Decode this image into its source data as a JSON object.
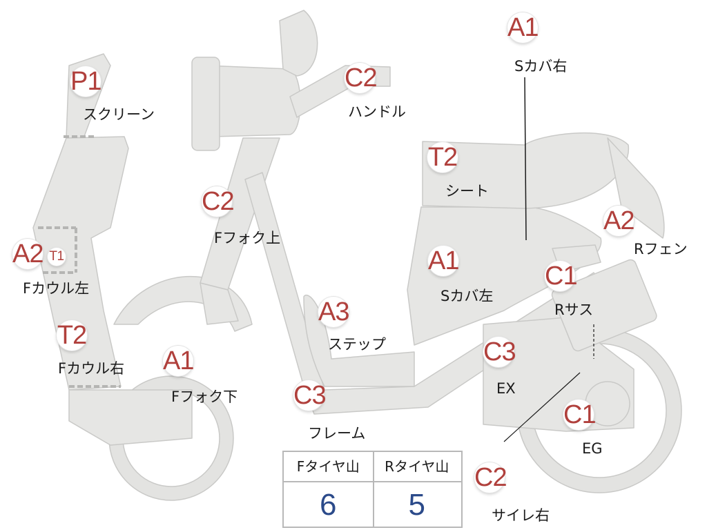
{
  "parts": [
    {
      "id": "screen",
      "grade": "P1",
      "label": "スクリーン"
    },
    {
      "id": "handle",
      "grade": "C2",
      "label": "ハンドル"
    },
    {
      "id": "side-cover-r",
      "grade": "A1",
      "label": "Sカバ右"
    },
    {
      "id": "seat",
      "grade": "T2",
      "label": "シート"
    },
    {
      "id": "front-fork-up",
      "grade": "C2",
      "label": "Fフォク上"
    },
    {
      "id": "front-cowl-l",
      "grade": "A2",
      "label": "Fカウル左",
      "sub_grade": "T1"
    },
    {
      "id": "rear-fender",
      "grade": "A2",
      "label": "Rフェン"
    },
    {
      "id": "side-cover-l",
      "grade": "A1",
      "label": "Sカバ左"
    },
    {
      "id": "rear-sus",
      "grade": "C1",
      "label": "Rサス"
    },
    {
      "id": "step",
      "grade": "A3",
      "label": "ステップ"
    },
    {
      "id": "front-cowl-r",
      "grade": "T2",
      "label": "Fカウル右"
    },
    {
      "id": "front-fork-lo",
      "grade": "A1",
      "label": "Fフォク下"
    },
    {
      "id": "exhaust",
      "grade": "C3",
      "label": "EX"
    },
    {
      "id": "frame",
      "grade": "C3",
      "label": "フレーム"
    },
    {
      "id": "engine",
      "grade": "C1",
      "label": "EG"
    },
    {
      "id": "muffler-r",
      "grade": "C2",
      "label": "サイレ右"
    }
  ],
  "tread_table": {
    "headers": [
      "Fタイヤ山",
      "Rタイヤ山"
    ],
    "values": [
      "6",
      "5"
    ]
  },
  "colors": {
    "grade_text": "#b0403c",
    "value_text": "#2b4a8a",
    "part_fill": "#e6e6e4",
    "part_stroke": "#c9c9c7"
  }
}
